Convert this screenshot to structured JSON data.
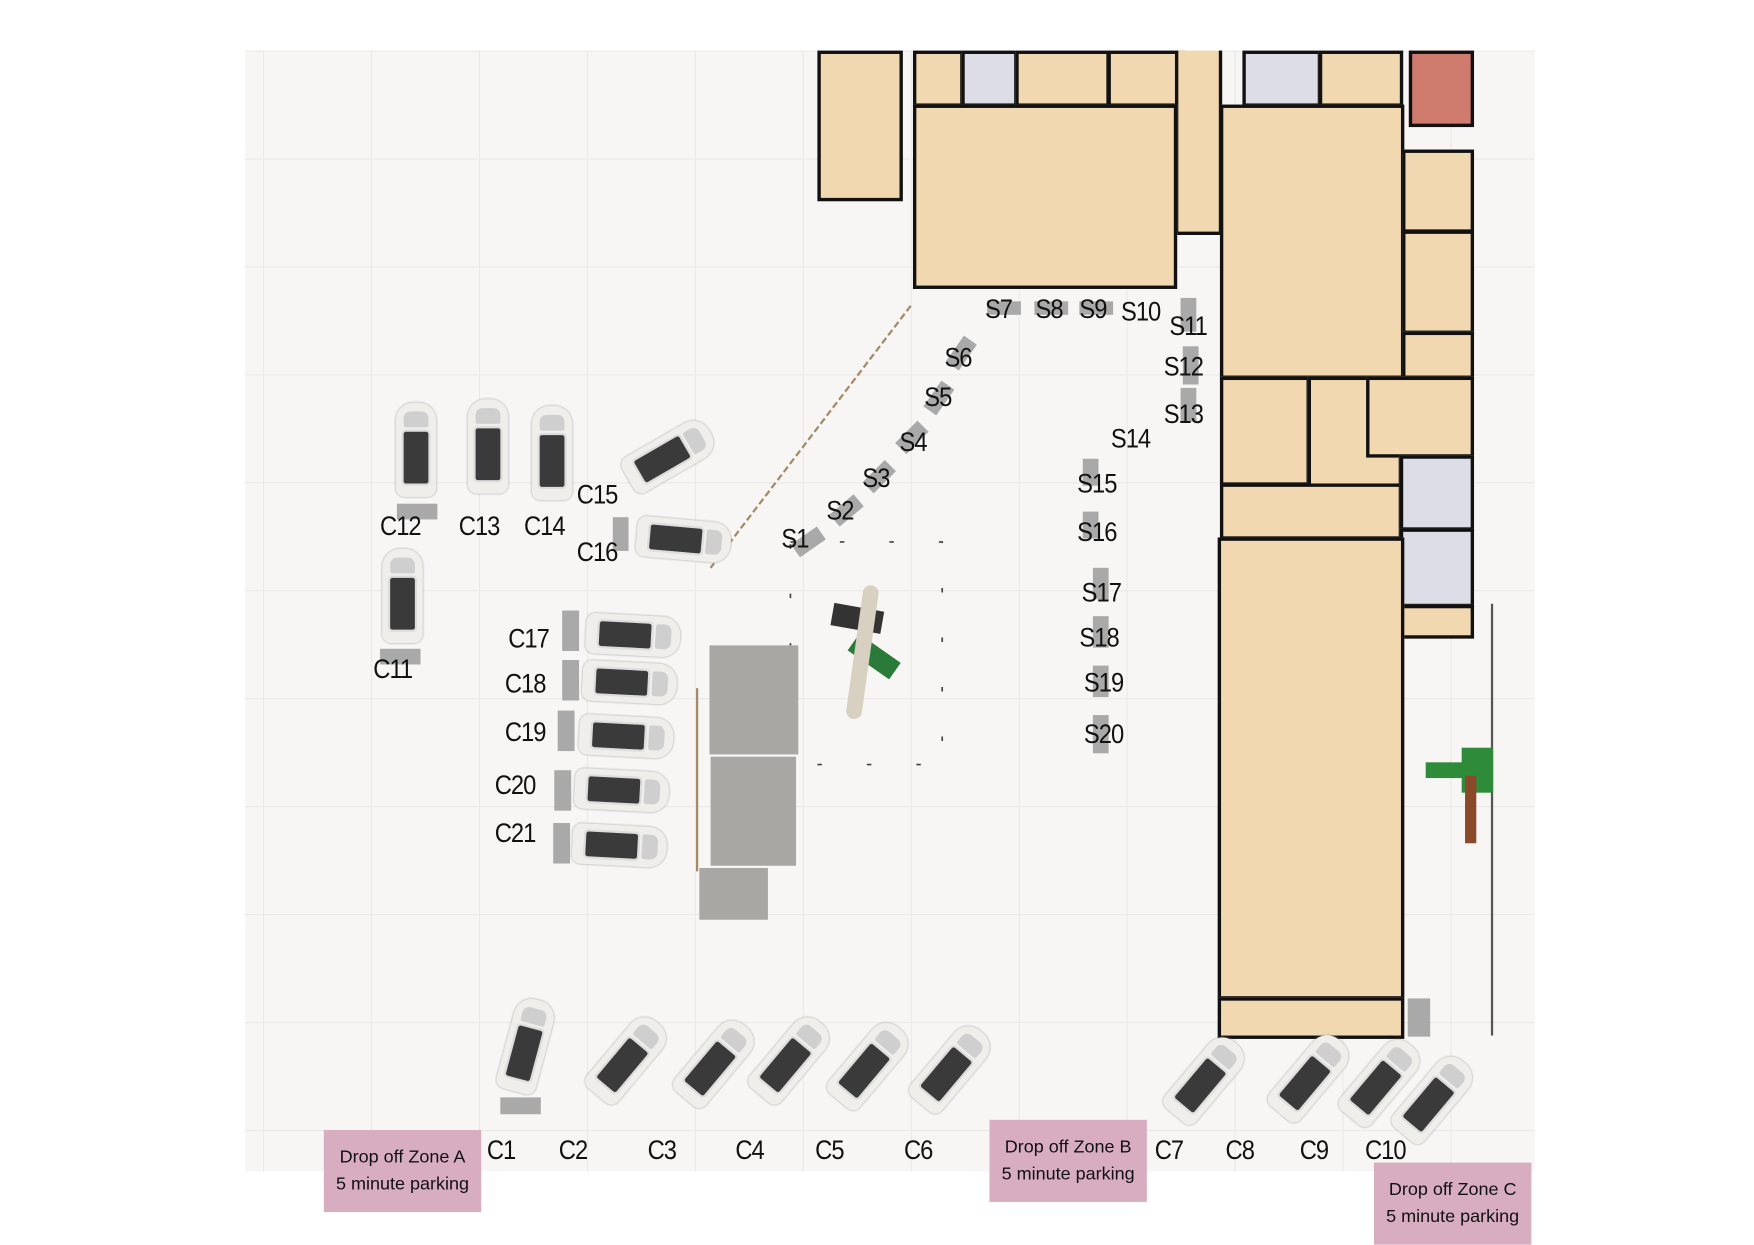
{
  "spaces_s": [
    "S1",
    "S2",
    "S3",
    "S4",
    "S5",
    "S6",
    "S7",
    "S8",
    "S9",
    "S10",
    "S11",
    "S12",
    "S13",
    "S14",
    "S15",
    "S16",
    "S17",
    "S18",
    "S19",
    "S20"
  ],
  "spaces_c": [
    "C1",
    "C2",
    "C3",
    "C4",
    "C5",
    "C6",
    "C7",
    "C8",
    "C9",
    "C10",
    "C11",
    "C12",
    "C13",
    "C14",
    "C15",
    "C16",
    "C17",
    "C18",
    "C19",
    "C20",
    "C21"
  ],
  "zones": [
    {
      "name": "Drop off Zone A",
      "note": "5 minute parking"
    },
    {
      "name": "Drop off Zone B",
      "note": "5 minute parking"
    },
    {
      "name": "Drop off Zone C",
      "note": "5 minute parking"
    }
  ],
  "colors": {
    "building": "#f2d8b0",
    "restricted": "#cf7b6e",
    "zone": "#d8adc0"
  }
}
